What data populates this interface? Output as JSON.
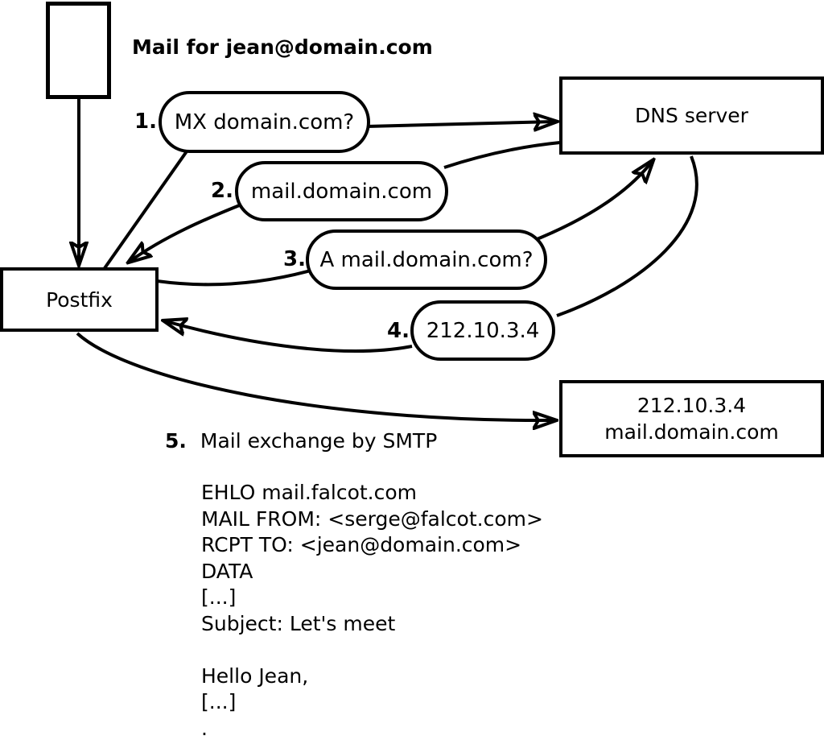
{
  "caption": "Mail for jean@domain.com",
  "nodes": {
    "postfix": "Postfix",
    "dns": "DNS server",
    "mailserver_line1": "212.10.3.4",
    "mailserver_line2": "mail.domain.com"
  },
  "steps": [
    {
      "num": "1.",
      "label": "MX domain.com?"
    },
    {
      "num": "2.",
      "label": "mail.domain.com"
    },
    {
      "num": "3.",
      "label": "A mail.domain.com?"
    },
    {
      "num": "4.",
      "label": "212.10.3.4"
    },
    {
      "num": "5.",
      "label": "Mail exchange by SMTP"
    }
  ],
  "smtp_session": {
    "lines": [
      "EHLO mail.falcot.com",
      "MAIL FROM: <serge@falcot.com>",
      "RCPT TO: <jean@domain.com>",
      "DATA",
      "[...]",
      "Subject: Let's meet",
      "",
      "Hello Jean,",
      "[...]",
      "."
    ]
  },
  "colors": {
    "ink": "#000000",
    "background": "#ffffff"
  }
}
